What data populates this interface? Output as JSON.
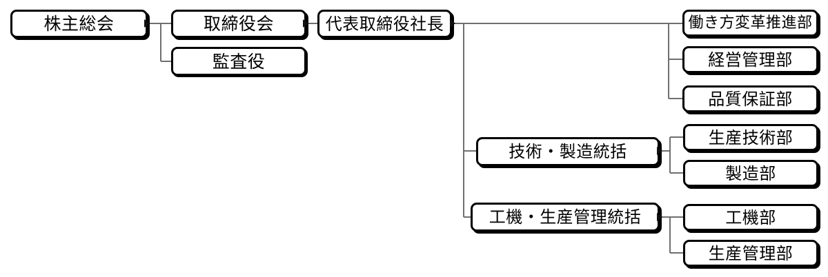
{
  "chart_data": {
    "type": "diagram",
    "title": "",
    "diagram_kind": "organization-chart",
    "orientation": "left-to-right",
    "nodes": [
      {
        "id": "shareholders",
        "label": "株主総会",
        "level": 0
      },
      {
        "id": "board",
        "label": "取締役会",
        "level": 1
      },
      {
        "id": "auditor",
        "label": "監査役",
        "level": 1
      },
      {
        "id": "president",
        "label": "代表取締役社長",
        "level": 2
      },
      {
        "id": "work-reform",
        "label": "働き方変革推進部",
        "level": 3
      },
      {
        "id": "management",
        "label": "経営管理部",
        "level": 3
      },
      {
        "id": "quality",
        "label": "品質保証部",
        "level": 3
      },
      {
        "id": "tech-mfg",
        "label": "技術・製造統括",
        "level": 3
      },
      {
        "id": "prod-tech",
        "label": "生産技術部",
        "level": 4
      },
      {
        "id": "manufacturing",
        "label": "製造部",
        "level": 4
      },
      {
        "id": "machinery-pc",
        "label": "工機・生産管理統括",
        "level": 3
      },
      {
        "id": "machinery",
        "label": "工機部",
        "level": 4
      },
      {
        "id": "prod-control",
        "label": "生産管理部",
        "level": 4
      }
    ],
    "edges": [
      {
        "from": "shareholders",
        "to": "board"
      },
      {
        "from": "shareholders",
        "to": "auditor"
      },
      {
        "from": "board",
        "to": "president"
      },
      {
        "from": "president",
        "to": "work-reform"
      },
      {
        "from": "president",
        "to": "management"
      },
      {
        "from": "president",
        "to": "quality"
      },
      {
        "from": "president",
        "to": "tech-mfg"
      },
      {
        "from": "president",
        "to": "machinery-pc"
      },
      {
        "from": "tech-mfg",
        "to": "prod-tech"
      },
      {
        "from": "tech-mfg",
        "to": "manufacturing"
      },
      {
        "from": "machinery-pc",
        "to": "machinery"
      },
      {
        "from": "machinery-pc",
        "to": "prod-control"
      }
    ],
    "colors": {
      "box_border": "#000000",
      "box_fill": "#ffffff",
      "text": "#000000",
      "connector": "#6f6f6f",
      "background": "#ffffff"
    }
  },
  "nodes": {
    "shareholders": {
      "label": "株主総会"
    },
    "board": {
      "label": "取締役会"
    },
    "auditor": {
      "label": "監査役"
    },
    "president": {
      "label": "代表取締役社長"
    },
    "work_reform": {
      "label": "働き方変革推進部"
    },
    "management": {
      "label": "経営管理部"
    },
    "quality": {
      "label": "品質保証部"
    },
    "tech_mfg": {
      "label": "技術・製造統括"
    },
    "prod_tech": {
      "label": "生産技術部"
    },
    "manufacturing": {
      "label": "製造部"
    },
    "machinery_pc": {
      "label": "工機・生産管理統括"
    },
    "machinery": {
      "label": "工機部"
    },
    "prod_control": {
      "label": "生産管理部"
    }
  }
}
